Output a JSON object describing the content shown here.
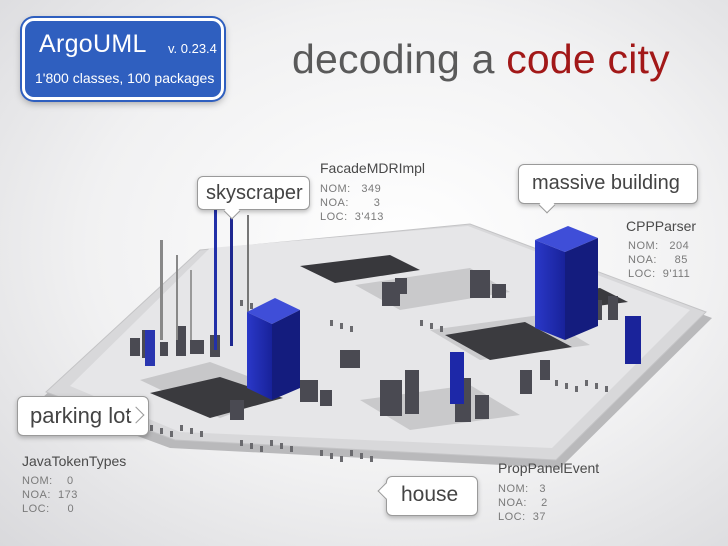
{
  "badge": {
    "name": "ArgoUML",
    "version": "v. 0.23.4",
    "stats": "1'800 classes, 100 packages"
  },
  "title": {
    "prefix": "decoding a ",
    "accent": "code city"
  },
  "callouts": {
    "skyscraper": "skyscraper",
    "massive": "massive building",
    "parking": "parking lot",
    "house": "house"
  },
  "classes": [
    {
      "name": "FacadeMDRImpl",
      "metrics": "NOM:   349\nNOA:       3\nLOC:  3'413"
    },
    {
      "name": "CPPParser",
      "metrics": "NOM:   204\nNOA:     85\nLOC:  9'111"
    },
    {
      "name": "JavaTokenTypes",
      "metrics": "NOM:    0\nNOA:  173\nLOC:     0"
    },
    {
      "name": "PropPanelEvent",
      "metrics": "NOM:   3\nNOA:    2\nLOC:  37"
    }
  ],
  "colors": {
    "badge": "#2f5fbf",
    "accent": "#a21818",
    "building": "#2233bb",
    "ground": "#d6d6d6"
  }
}
